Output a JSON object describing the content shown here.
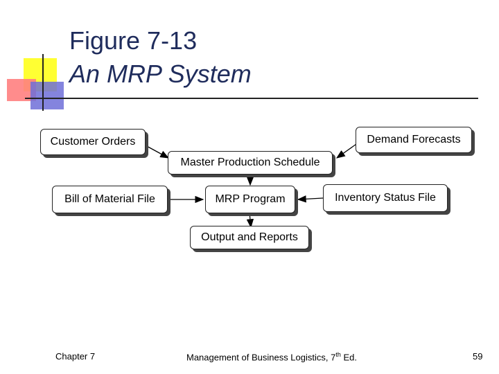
{
  "title": {
    "line1": "Figure 7-13",
    "line2": "An MRP System"
  },
  "diagram": {
    "customer_orders": "Customer Orders",
    "demand_forecasts": "Demand Forecasts",
    "master_production_schedule": "Master Production Schedule",
    "bill_of_material_file": "Bill of Material File",
    "mrp_program": "MRP Program",
    "inventory_status_file": "Inventory Status File",
    "output_and_reports": "Output and Reports"
  },
  "footer": {
    "chapter": "Chapter 7",
    "book_title_prefix": "Management of Business Logistics, 7",
    "book_title_sup": "th",
    "book_title_suffix": " Ed.",
    "page_number": "59"
  },
  "colors": {
    "title": "#1f2c5c",
    "deco_yellow": "#ffff33",
    "deco_pink": "#ff7f7f",
    "deco_blue": "#6f6fd8"
  }
}
